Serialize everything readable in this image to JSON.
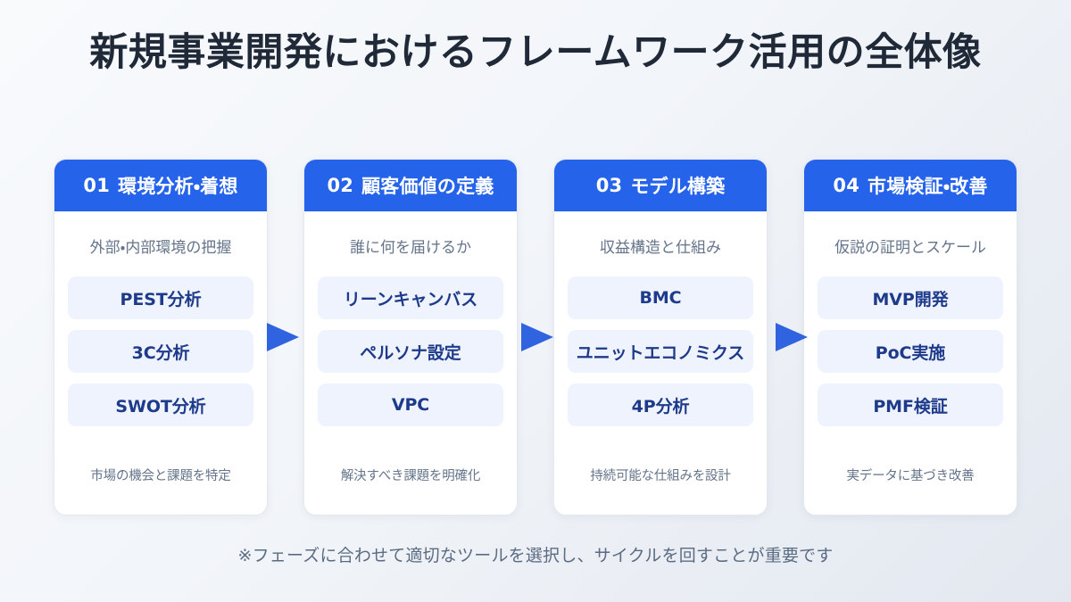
{
  "page": {
    "title": "新規事業開発におけるフレームワーク活用の全体像",
    "footer_note": "※フェーズに合わせて適切なツールを選択し、サイクルを回すことが重要です",
    "background_from": "#f8fafc",
    "background_to": "#e3e8f0"
  },
  "colors": {
    "header_blue": "#2563eb",
    "chip_bg": "#eef3fd",
    "chip_text": "#1e3a8a",
    "arrow_blue": "#2f63e0",
    "title_text": "#1f2937",
    "muted_text": "#64748b"
  },
  "cards": [
    {
      "number": "01",
      "header_title": "環境分析・着想",
      "subtitle": "外部・内部環境の把握",
      "chips": [
        "PEST分析",
        "3C分析",
        "SWOT分析"
      ],
      "footnote": "市場の機会と課題を特定"
    },
    {
      "number": "02",
      "header_title": "顧客価値の定義",
      "subtitle": "誰に何を届けるか",
      "chips": [
        "リーンキャンバス",
        "ペルソナ設定",
        "VPC"
      ],
      "footnote": "解決すべき課題を明確化"
    },
    {
      "number": "03",
      "header_title": "モデル構築",
      "subtitle": "収益構造と仕組み",
      "chips": [
        "BMC",
        "ユニットエコノミクス",
        "4P分析"
      ],
      "footnote": "持続可能な仕組みを設計"
    },
    {
      "number": "04",
      "header_title": "市場検証・改善",
      "subtitle": "仮説の証明とスケール",
      "chips": [
        "MVP開発",
        "PoC実施",
        "PMF検証"
      ],
      "footnote": "実データに基づき改善"
    }
  ],
  "arrows": [
    {
      "name": "arrow-phase-1-to-2"
    },
    {
      "name": "arrow-phase-2-to-3"
    },
    {
      "name": "arrow-phase-3-to-4"
    }
  ]
}
